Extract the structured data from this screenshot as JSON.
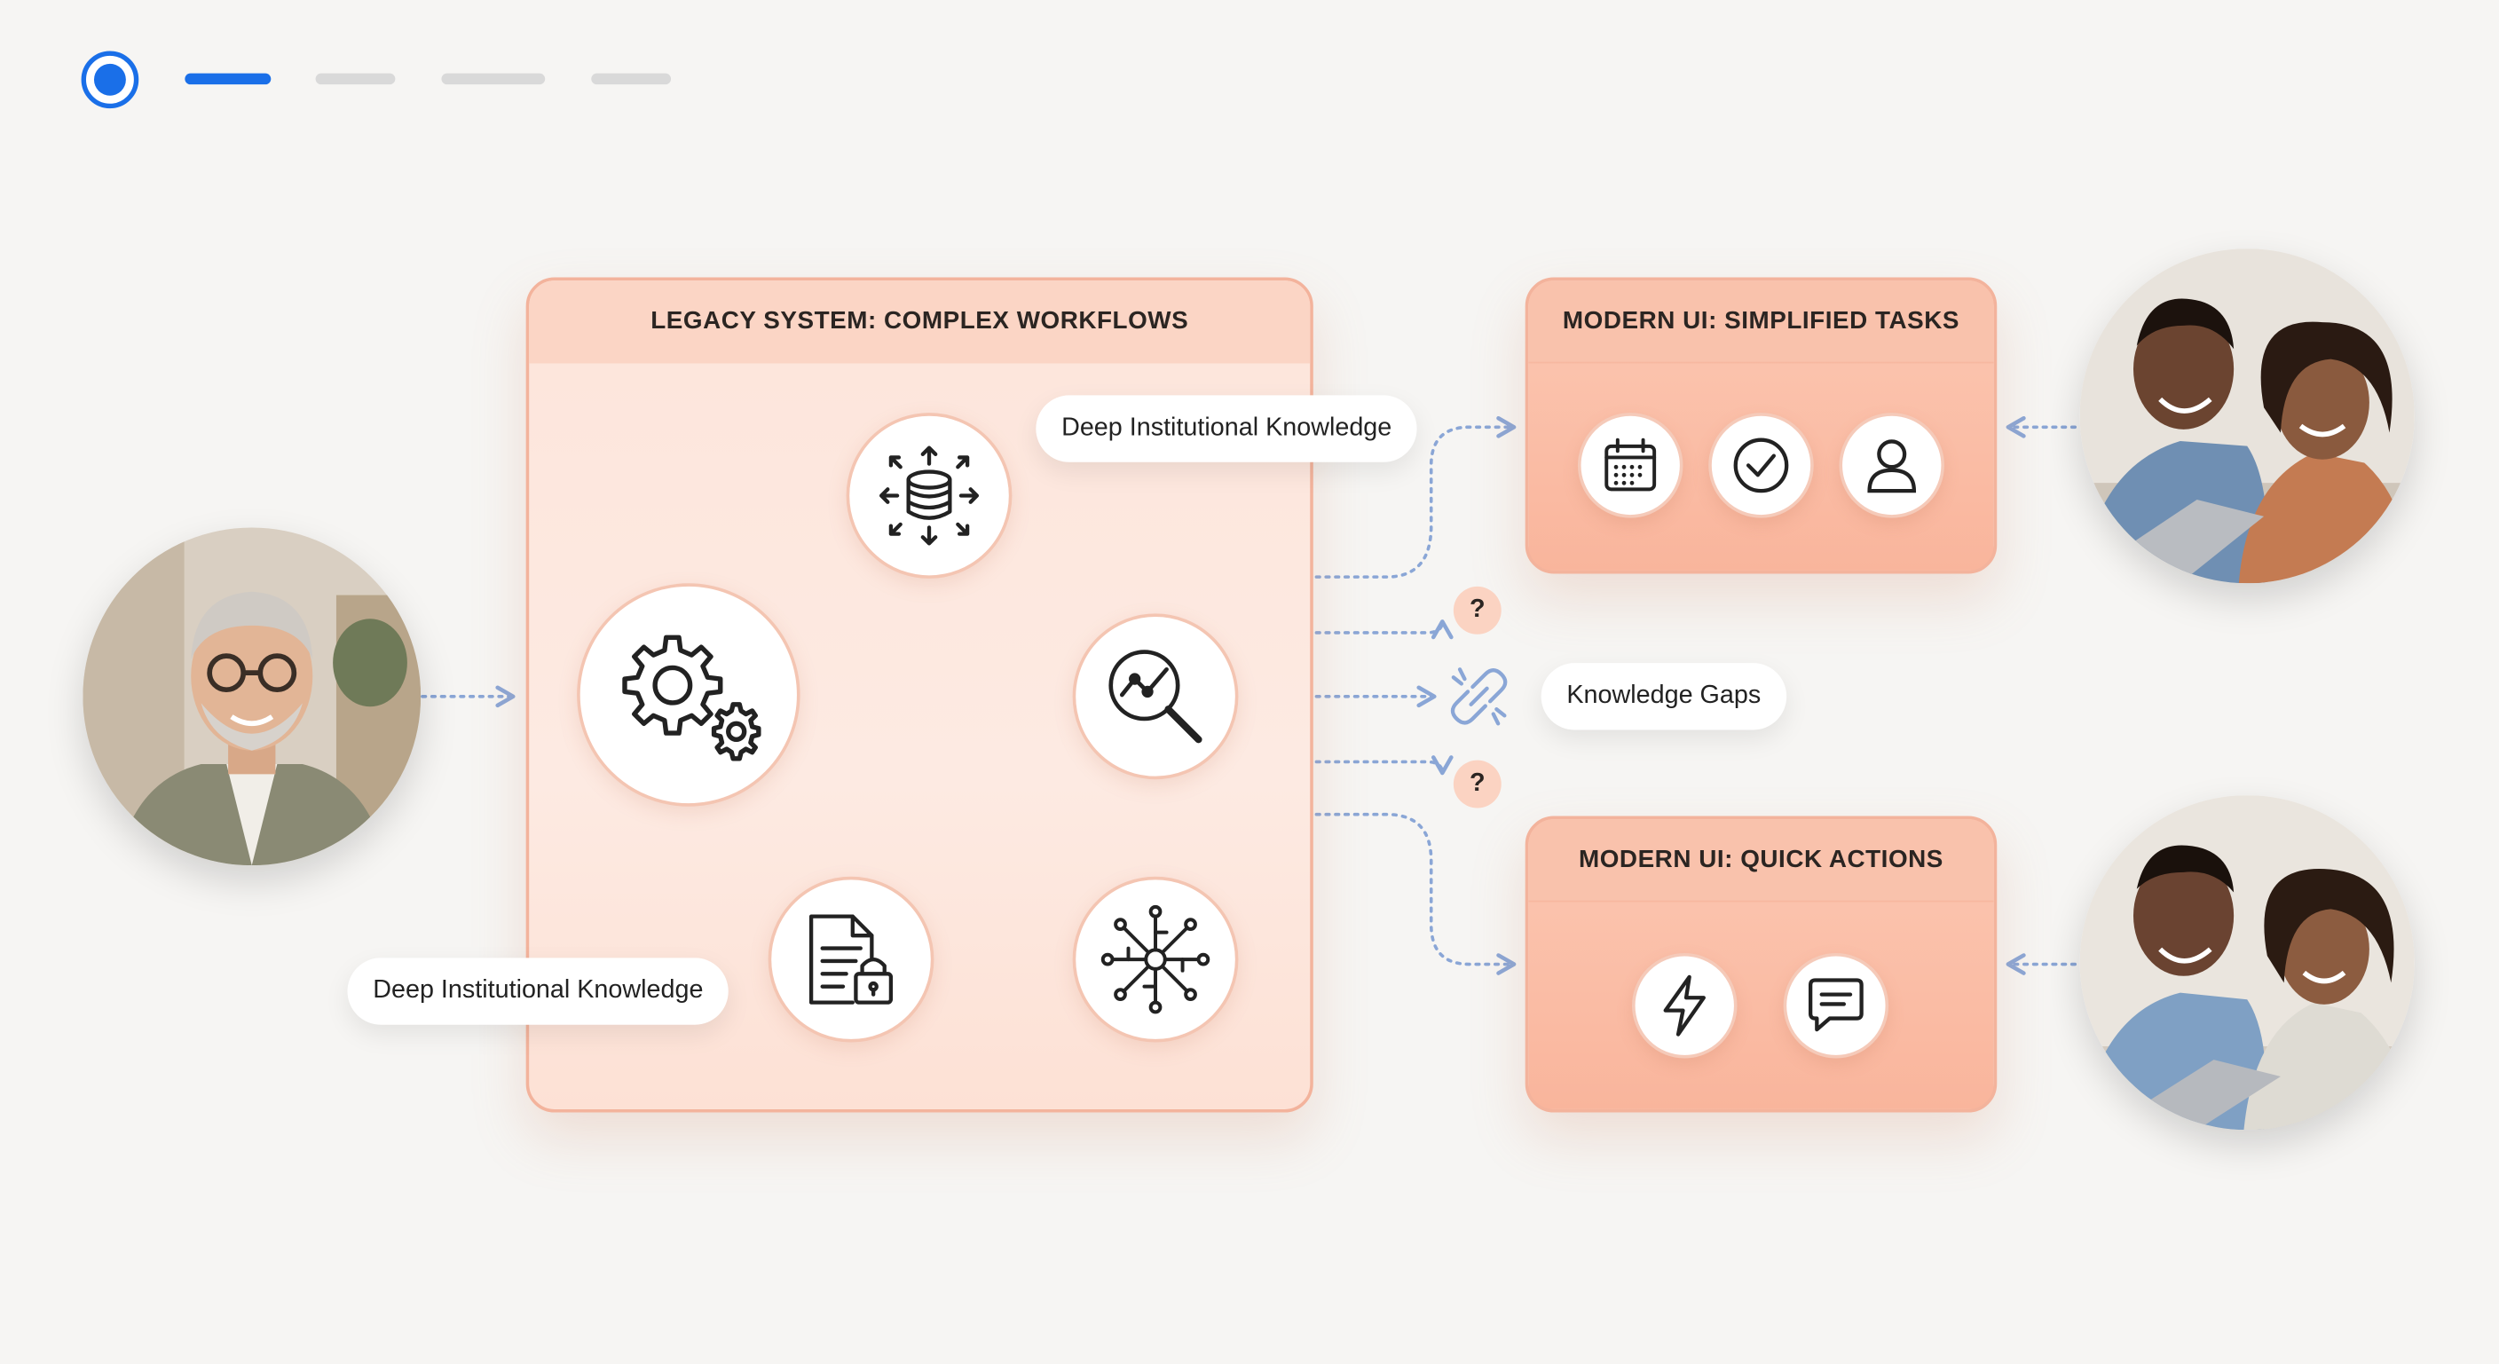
{
  "progress": {
    "steps_total": 4,
    "active_step": 1,
    "accent_color": "#1a6fe8"
  },
  "legacy_panel": {
    "title": "LEGACY SYSTEM: COMPLEX WORKFLOWS",
    "nodes": [
      "settings-gears",
      "database",
      "analytics-search",
      "secure-document",
      "network-hub"
    ]
  },
  "modern_panel_1": {
    "title": "MODERN UI: SIMPLIFIED TASKS",
    "icons": [
      "calendar-icon",
      "check-icon",
      "user-icon"
    ]
  },
  "modern_panel_2": {
    "title": "MODERN UI: QUICK ACTIONS",
    "icons": [
      "lightning-icon",
      "chat-icon"
    ]
  },
  "callouts": {
    "knowledge_top": "Deep Institutional Knowledge",
    "knowledge_bottom": "Deep Institutional Knowledge",
    "knowledge_gaps": "Knowledge Gaps"
  },
  "question_marks": {
    "top": "?",
    "bottom": "?"
  },
  "people": {
    "left": "senior-expert-photo",
    "right_top": "young-team-photo",
    "right_bottom": "young-team-photo"
  },
  "colors": {
    "panel_peach": "#f9b59c",
    "panel_light": "#fde5db",
    "connector": "#8aa6d6",
    "background": "#f6f5f3"
  }
}
